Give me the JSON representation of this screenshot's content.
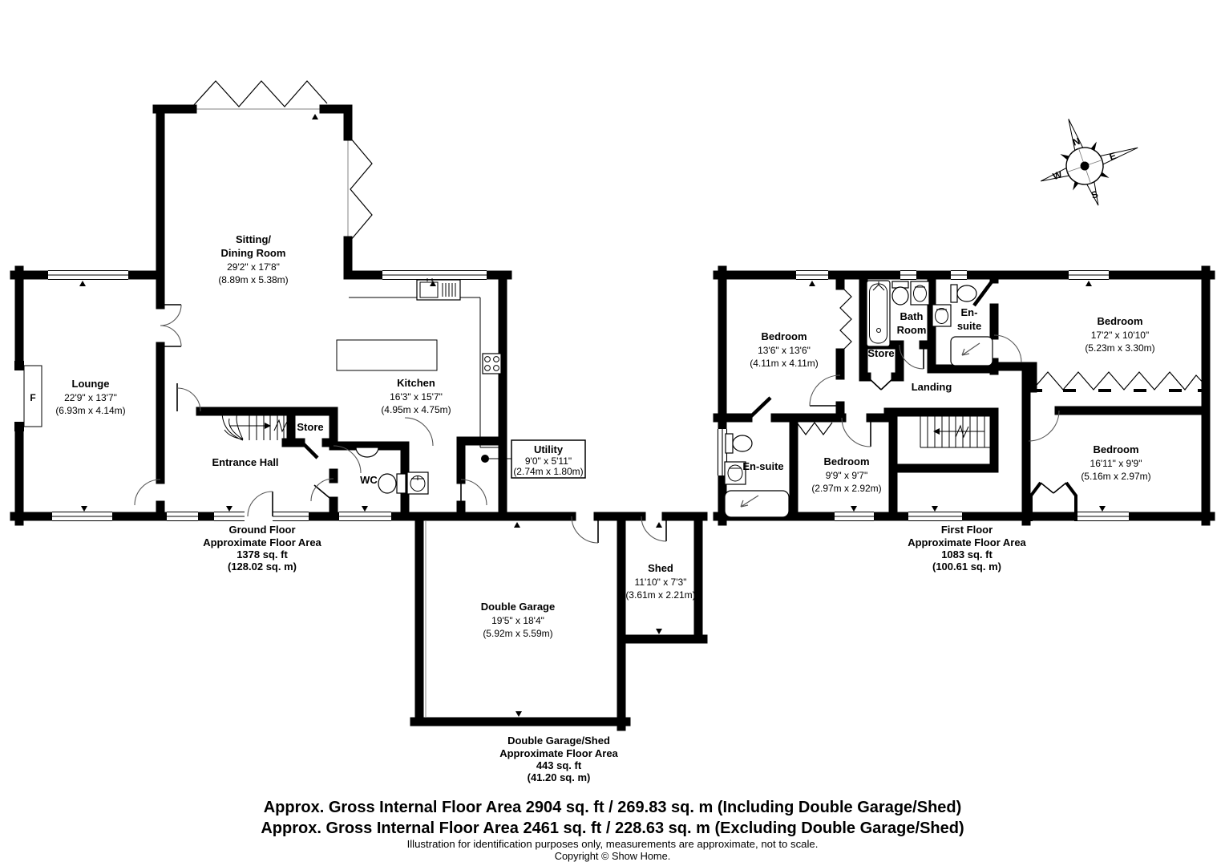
{
  "compass": {
    "north": "N",
    "east": "E",
    "south": "S",
    "west": "W"
  },
  "ground_floor": {
    "sitting_dining": {
      "line1": "Sitting/",
      "line2": "Dining Room",
      "imperial": "29'2\" x 17'8\"",
      "metric": "(8.89m x 5.38m)"
    },
    "lounge": {
      "name": "Lounge",
      "imperial": "22'9\" x 13'7\"",
      "metric": "(6.93m x 4.14m)"
    },
    "kitchen": {
      "name": "Kitchen",
      "imperial": "16'3\" x 15'7\"",
      "metric": "(4.95m x 4.75m)"
    },
    "entrance_hall": {
      "name": "Entrance Hall"
    },
    "store": {
      "name": "Store"
    },
    "wc": {
      "name": "WC"
    },
    "fireplace": {
      "name": "F"
    },
    "utility": {
      "name": "Utility",
      "imperial": "9'0\" x 5'11\"",
      "metric": "(2.74m x 1.80m)"
    },
    "area": {
      "title": "Ground Floor",
      "subtitle": "Approximate Floor Area",
      "imperial": "1378 sq. ft",
      "metric": "(128.02 sq. m)"
    }
  },
  "outbuilding": {
    "double_garage": {
      "name": "Double Garage",
      "imperial": "19'5\" x 18'4\"",
      "metric": "(5.92m x 5.59m)"
    },
    "shed": {
      "name": "Shed",
      "imperial": "11'10\" x 7'3\"",
      "metric": "(3.61m x 2.21m)"
    },
    "area": {
      "title": "Double Garage/Shed",
      "subtitle": "Approximate Floor Area",
      "imperial": "443 sq. ft",
      "metric": "(41.20 sq. m)"
    }
  },
  "first_floor": {
    "bedroom_top_left": {
      "name": "Bedroom",
      "imperial": "13'6\" x 13'6\"",
      "metric": "(4.11m x 4.11m)"
    },
    "bath_room": {
      "line1": "Bath",
      "line2": "Room"
    },
    "ensuite_top": {
      "line1": "En-",
      "line2": "suite"
    },
    "bedroom_top_right": {
      "name": "Bedroom",
      "imperial": "17'2\" x 10'10\"",
      "metric": "(5.23m x 3.30m)"
    },
    "landing": {
      "name": "Landing"
    },
    "store": {
      "name": "Store"
    },
    "ensuite_left": {
      "name": "En-suite"
    },
    "bedroom_bottom_mid": {
      "name": "Bedroom",
      "imperial": "9'9\" x 9'7\"",
      "metric": "(2.97m x 2.92m)"
    },
    "bedroom_bottom_right": {
      "name": "Bedroom",
      "imperial": "16'11\" x 9'9\"",
      "metric": "(5.16m x 2.97m)"
    },
    "area": {
      "title": "First Floor",
      "subtitle": "Approximate Floor Area",
      "imperial": "1083 sq. ft",
      "metric": "(100.61 sq. m)"
    }
  },
  "footer": {
    "including": "Approx. Gross Internal Floor Area 2904 sq. ft / 269.83 sq. m (Including Double Garage/Shed)",
    "excluding": "Approx. Gross Internal Floor Area 2461 sq. ft / 228.63 sq. m (Excluding Double Garage/Shed)",
    "disclaimer": "Illustration for identification purposes only, measurements are approximate, not to scale.",
    "copyright": "Copyright © Show Home."
  }
}
